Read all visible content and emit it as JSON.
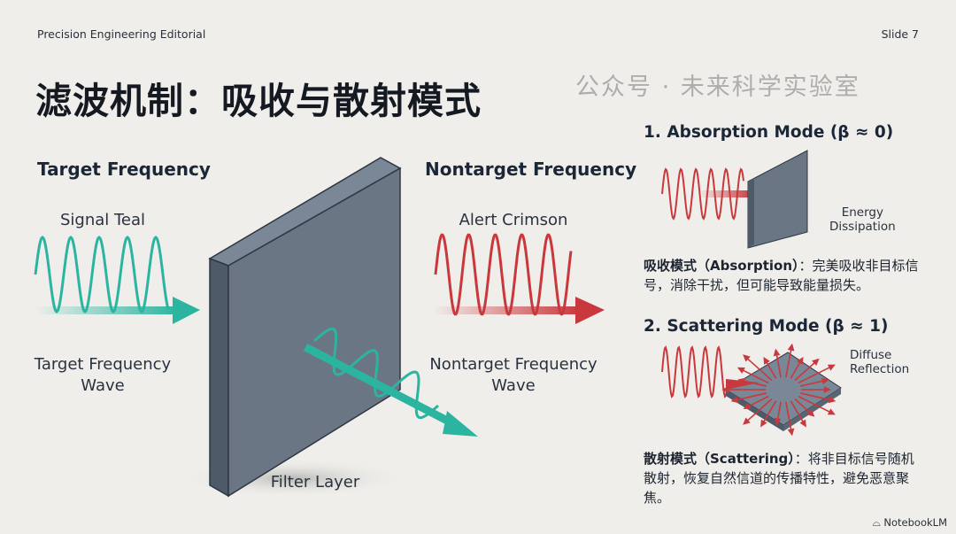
{
  "header": {
    "publication": "Precision Engineering Editorial",
    "slide": "Slide 7"
  },
  "title": "滤波机制：吸收与散射模式",
  "left": {
    "heading": "Target Frequency",
    "color_label": "Signal Teal",
    "wave_label_1": "Target Frequency",
    "wave_label_2": "Wave",
    "color": "#2bb5a0"
  },
  "filter": {
    "label": "Filter Layer"
  },
  "middle": {
    "heading": "Nontarget Frequency",
    "color_label": "Alert Crimson",
    "wave_label_1": "Nontarget Frequency",
    "wave_label_2": "Wave",
    "color": "#c8383c"
  },
  "absorption": {
    "heading": "1. Absorption Mode (β ≈ 0)",
    "diagram_label_1": "Energy",
    "diagram_label_2": "Dissipation",
    "term": "吸收模式（Absorption）",
    "text": "：完美吸收非目标信号，消除干扰，但可能导致能量损失。"
  },
  "scattering": {
    "heading": "2. Scattering Mode (β ≈ 1)",
    "diagram_label_1": "Diffuse",
    "diagram_label_2": "Reflection",
    "term": "散射模式（Scattering）",
    "text": "：将非目标信号随机散射，恢复自然信道的传播特性，避免恶意聚焦。"
  },
  "watermark": "公众号 · 未来科学实验室",
  "brand": "NotebookLM"
}
